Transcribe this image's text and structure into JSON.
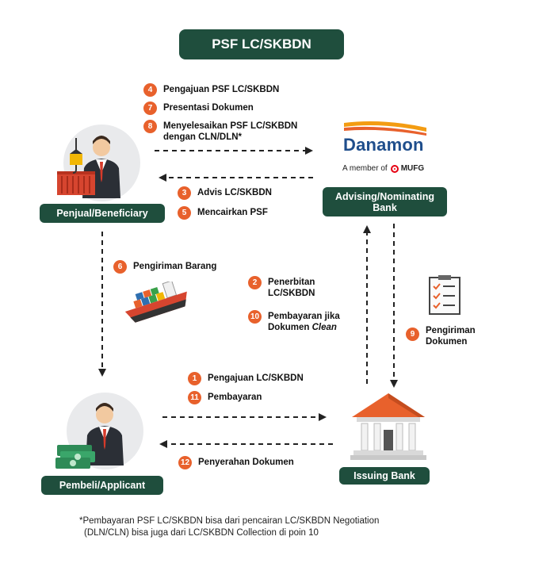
{
  "title": "PSF LC/SKBDN",
  "roles": {
    "seller": "Penjual/Beneficiary",
    "advising_bank": "Advising/Nominating Bank",
    "buyer": "Pembeli/Applicant",
    "issuing_bank": "Issuing Bank"
  },
  "brand": {
    "name": "Danamon",
    "member_of": "A member of",
    "group": "MUFG"
  },
  "steps": {
    "s4": {
      "num": "4",
      "text": "Pengajuan PSF LC/SKBDN"
    },
    "s7": {
      "num": "7",
      "text": "Presentasi Dokumen"
    },
    "s8": {
      "num": "8",
      "line1": "Menyelesaikan PSF LC/SKBDN",
      "line2": "dengan CLN/DLN*"
    },
    "s3": {
      "num": "3",
      "text": "Advis LC/SKBDN"
    },
    "s5": {
      "num": "5",
      "text": "Mencairkan PSF"
    },
    "s6": {
      "num": "6",
      "text": "Pengiriman Barang"
    },
    "s2": {
      "num": "2",
      "line1": "Penerbitan",
      "line2": "LC/SKBDN"
    },
    "s10": {
      "num": "10",
      "line1": "Pembayaran jika",
      "line2_prefix": "Dokumen ",
      "line2_italic": "Clean"
    },
    "s9": {
      "num": "9",
      "line1": "Pengiriman",
      "line2": "Dokumen"
    },
    "s1": {
      "num": "1",
      "text": "Pengajuan LC/SKBDN"
    },
    "s11": {
      "num": "11",
      "text": "Pembayaran"
    },
    "s12": {
      "num": "12",
      "text": "Penyerahan Dokumen"
    }
  },
  "footnote": {
    "line1": "*Pembayaran PSF LC/SKBDN bisa dari pencairan LC/SKBDN Negotiation",
    "line2": "(DLN/CLN) bisa juga dari LC/SKBDN Collection di poin 10"
  },
  "colors": {
    "pill": "#1f4e3d",
    "step_badge": "#e8612c",
    "brand_blue": "#1f4e8c",
    "brand_orange": "#f39c12",
    "mufg_red": "#e60012"
  },
  "icons": [
    "seller-person-icon",
    "container-icon",
    "crane-icon",
    "buyer-person-icon",
    "money-icon",
    "ship-icon",
    "checklist-document-icon",
    "bank-building-icon"
  ]
}
